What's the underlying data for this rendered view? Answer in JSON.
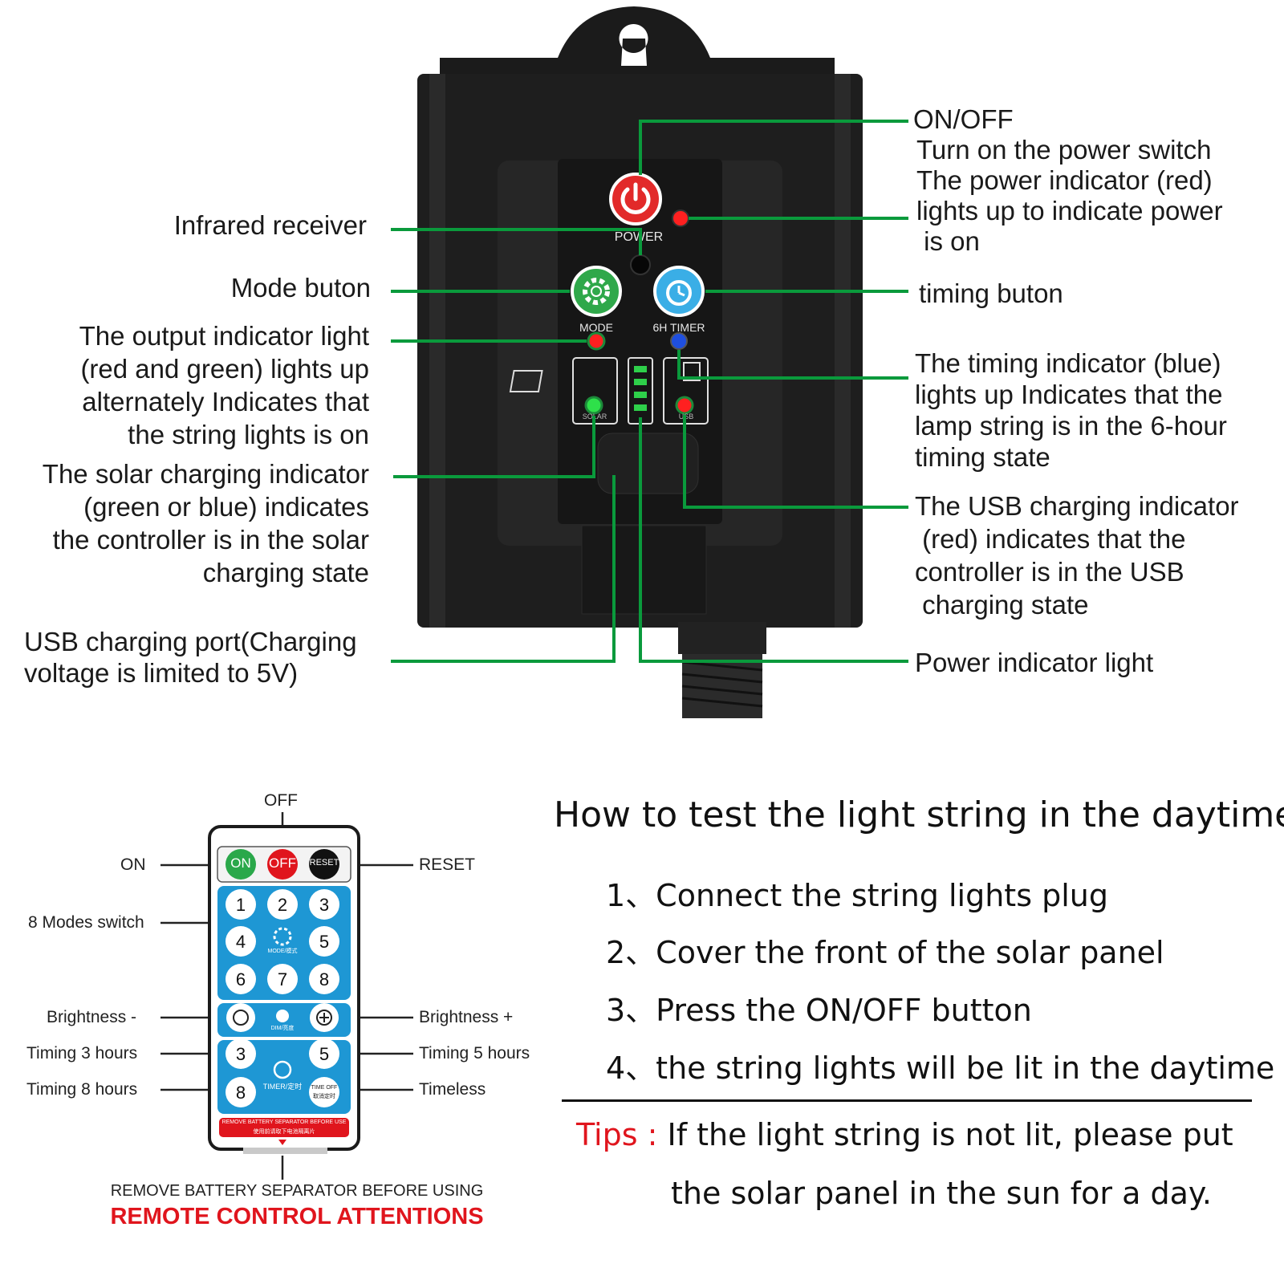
{
  "device": {
    "power_text": "POWER",
    "mode_text": "MODE",
    "timer_text": "6H TIMER",
    "solar_text": "SOLAR",
    "usb_text": "USB"
  },
  "callouts_left": {
    "infrared": [
      "Infrared receiver"
    ],
    "mode": [
      "Mode buton"
    ],
    "output": [
      "The output indicator light",
      "(red and green) lights up",
      "alternately Indicates that",
      "the string lights is on"
    ],
    "solar": [
      "The solar charging indicator",
      "(green or blue) indicates",
      "the controller is in the solar",
      "charging state"
    ],
    "usb_port": [
      "USB charging port(Charging",
      "voltage is limited to 5V)"
    ]
  },
  "callouts_right": {
    "onoff": [
      "ON/OFF",
      "Turn on the power switch",
      "The power indicator (red)",
      "lights up to indicate power",
      " is on"
    ],
    "timing_button": [
      "timing buton"
    ],
    "timing_indicator": [
      "The timing indicator (blue)",
      "lights up Indicates that the",
      "lamp string is in the 6-hour",
      "timing state"
    ],
    "usb_indicator": [
      "The USB charging indicator",
      " (red) indicates that the",
      "controller is in the USB",
      " charging state"
    ],
    "power_light": [
      "Power indicator light"
    ]
  },
  "remote": {
    "off_label": "OFF",
    "on_label": "ON",
    "reset_label": "RESET",
    "modes_label": "8 Modes switch",
    "bright_minus": "Brightness -",
    "bright_plus": "Brightness +",
    "t3": "Timing 3 hours",
    "t5": "Timing 5 hours",
    "t8": "Timing 8 hours",
    "timeless": "Timeless",
    "btn_on": "ON",
    "btn_off": "OFF",
    "btn_reset": "RESET",
    "nums": [
      "1",
      "2",
      "3",
      "4",
      "5",
      "6",
      "7",
      "8"
    ],
    "mode_caption": "MODE/模式",
    "dim_caption": "DIM/亮度",
    "timer_caption": "TIMER/定时",
    "timer_nums": [
      "3",
      "5",
      "8"
    ],
    "time_off_1": "TIME OFF",
    "time_off_2": "取消定时",
    "strip_1": "REMOVE BATTERY SEPARATOR BEFORE USE",
    "strip_2": "使用前请取下电池隔离片",
    "warn_small": "REMOVE BATTERY SEPARATOR BEFORE USING",
    "warn_big": "REMOTE CONTROL ATTENTIONS"
  },
  "howto": {
    "title": "How to test the light string in the daytime?",
    "steps": [
      "1、Connect the string lights plug",
      "2、Cover the front of the solar panel",
      "3、Press the ON/OFF button",
      "4、the string lights will be lit in the daytime"
    ],
    "tips_key": "Tips : ",
    "tips_1": "If the light string is not lit, please put",
    "tips_2": "the solar panel in the sun for a day."
  },
  "colors": {
    "leader_green": "#0a9a3c",
    "device_body": "#1e1e1e",
    "remote_blue": "#1e97d4",
    "red": "#e0151d"
  }
}
